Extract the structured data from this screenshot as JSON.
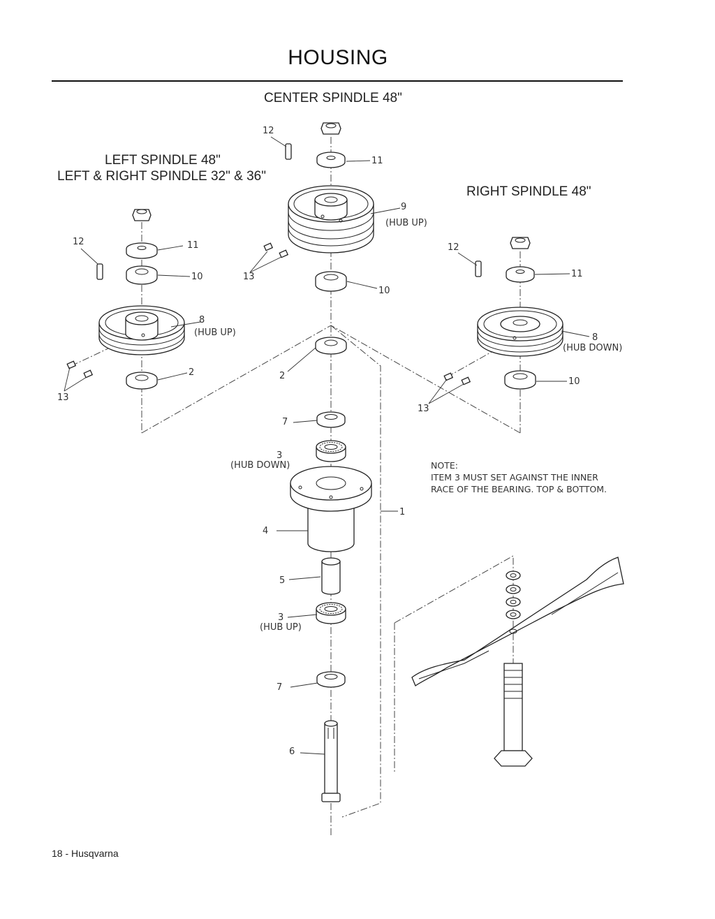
{
  "page": {
    "title": "HOUSING",
    "footer": "18 - Husqvarna"
  },
  "headings": {
    "center": "CENTER SPINDLE 48\"",
    "left_line1": "LEFT SPINDLE 48\"",
    "left_line2": "LEFT & RIGHT SPINDLE 32\" & 36\"",
    "right": "RIGHT SPINDLE 48\""
  },
  "note": {
    "heading": "NOTE:",
    "line1": "ITEM 3 MUST SET AGAINST THE INNER",
    "line2": "RACE OF THE BEARING. TOP & BOTTOM."
  },
  "labels": {
    "left": {
      "key": "12",
      "washer_top": "11",
      "washer_mid": "10",
      "pulley": "8",
      "pulley_hub": "(HUB UP)",
      "washer_bot": "2",
      "screws": "13"
    },
    "center": {
      "key": "12",
      "washer_top": "11",
      "pulley": "9",
      "pulley_hub": "(HUB UP)",
      "screws": "13",
      "washer_mid": "10",
      "washer_low": "2",
      "spacer_top": "7",
      "bearing_top": "3",
      "bearing_top_hub": "(HUB DOWN)",
      "housing": "4",
      "sleeve": "5",
      "bearing_bot": "3",
      "bearing_bot_hub": "(HUB UP)",
      "spacer_bot": "7",
      "shaft": "6",
      "assembly": "1"
    },
    "right": {
      "key": "12",
      "washer_top": "11",
      "pulley": "8",
      "pulley_hub": "(HUB DOWN)",
      "washer_bot": "10",
      "screws": "13"
    }
  }
}
